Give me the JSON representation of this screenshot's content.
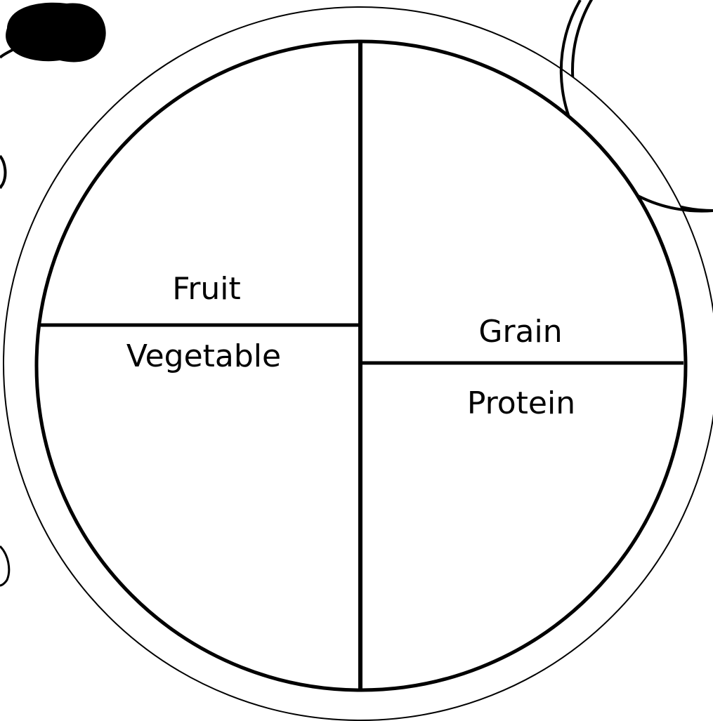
{
  "colors": {
    "background": "#ffffff",
    "ink": "#000000"
  },
  "plate": {
    "sections": [
      {
        "id": "fruit",
        "label": "Fruit"
      },
      {
        "id": "vegetable",
        "label": "Vegetable"
      },
      {
        "id": "grain",
        "label": "Grain"
      },
      {
        "id": "protein",
        "label": "Protein"
      }
    ]
  },
  "decorations": [
    "dairy-cup-icon",
    "cherry-icon"
  ]
}
